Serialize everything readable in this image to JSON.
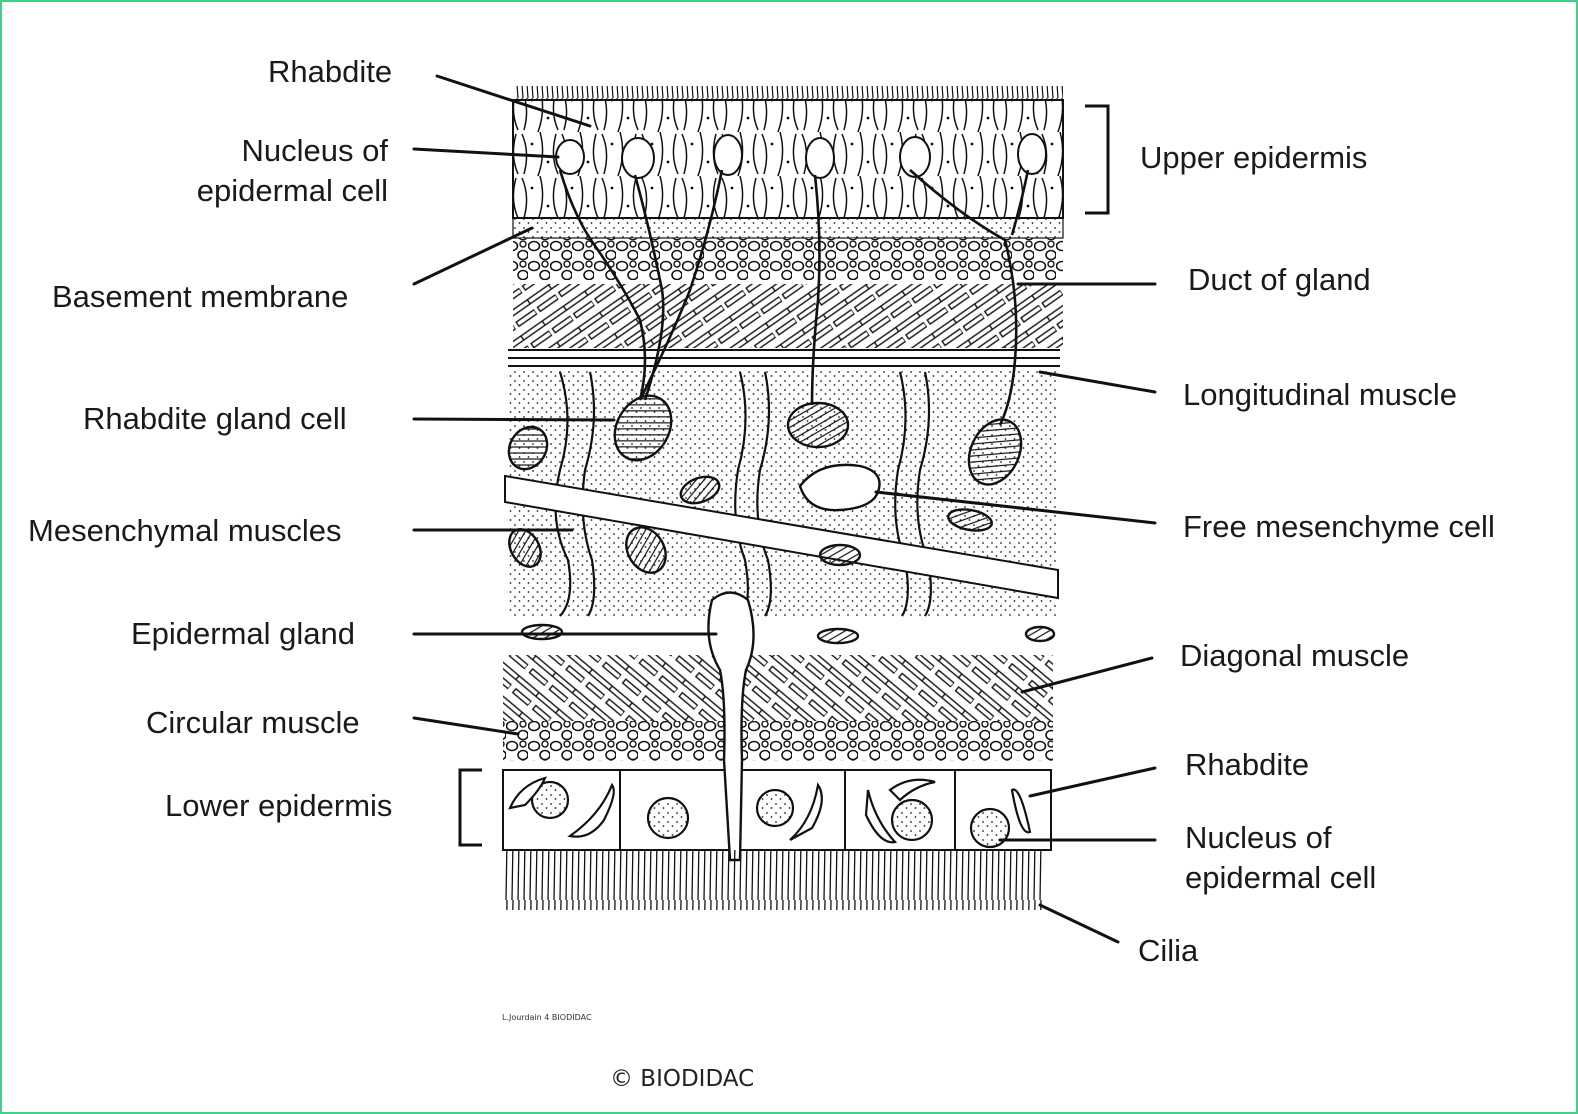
{
  "colors": {
    "border": "#3fd08a",
    "ink": "#1a1a1a",
    "background": "#ffffff"
  },
  "labels": {
    "rhabdite_top": "Rhabdite",
    "nucleus_top_1": "Nucleus of",
    "nucleus_top_2": "epidermal cell",
    "basement_membrane": "Basement membrane",
    "rhabdite_gland_cell": "Rhabdite gland cell",
    "mesenchymal_muscles": "Mesenchymal muscles",
    "epidermal_gland": "Epidermal gland",
    "circular_muscle": "Circular muscle",
    "lower_epidermis": "Lower epidermis",
    "upper_epidermis": "Upper epidermis",
    "duct_of_gland": "Duct of gland",
    "longitudinal_muscle": "Longitudinal muscle",
    "free_mesenchyme_cell": "Free mesenchyme cell",
    "diagonal_muscle": "Diagonal muscle",
    "rhabdite_bottom": "Rhabdite",
    "nucleus_bottom_1": "Nucleus of",
    "nucleus_bottom_2": "epidermal cell",
    "cilia": "Cilia"
  },
  "credits": {
    "small": "L.Jourdain 4 BIODIDAC",
    "copyright": "© BIODIDAC"
  }
}
